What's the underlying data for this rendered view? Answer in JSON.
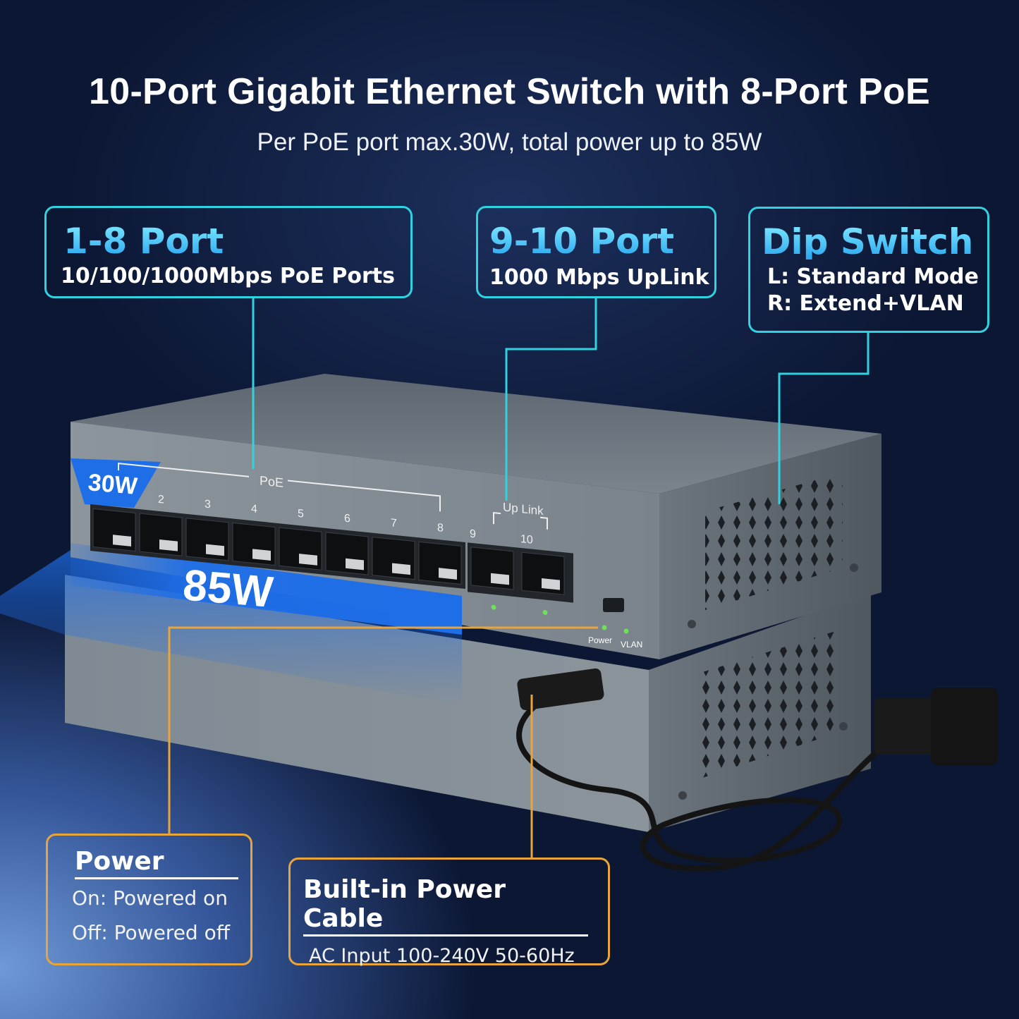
{
  "header": {
    "title": "10-Port Gigabit Ethernet Switch with 8-Port PoE",
    "subtitle": "Per PoE port max.30W, total power up to 85W"
  },
  "callouts": {
    "poe_ports": {
      "heading": "1-8 Port",
      "text": "10/100/1000Mbps PoE Ports"
    },
    "uplink": {
      "heading": "9-10 Port",
      "text": "1000 Mbps UpLink"
    },
    "dip_switch": {
      "heading": "Dip Switch",
      "lines": [
        "L: Standard Mode",
        "R: Extend+VLAN"
      ]
    },
    "power": {
      "heading": "Power",
      "lines": [
        "On: Powered on",
        "Off: Powered off"
      ]
    },
    "cable": {
      "heading": "Built-in Power Cable",
      "text": "AC Input 100-240V 50-60Hz"
    }
  },
  "device": {
    "poe_label": "PoE",
    "uplink_label": "Up Link",
    "port_numbers": [
      "2",
      "3",
      "4",
      "5",
      "6",
      "7",
      "8",
      "9",
      "10"
    ],
    "per_port_power": "30W",
    "total_power": "85W",
    "led_power": "Power",
    "led_vlan": "VLAN"
  },
  "colors": {
    "callout_cyan": "#2fd2de",
    "callout_orange": "#e9a53c",
    "highlight_blue": "#1e6ee8"
  }
}
